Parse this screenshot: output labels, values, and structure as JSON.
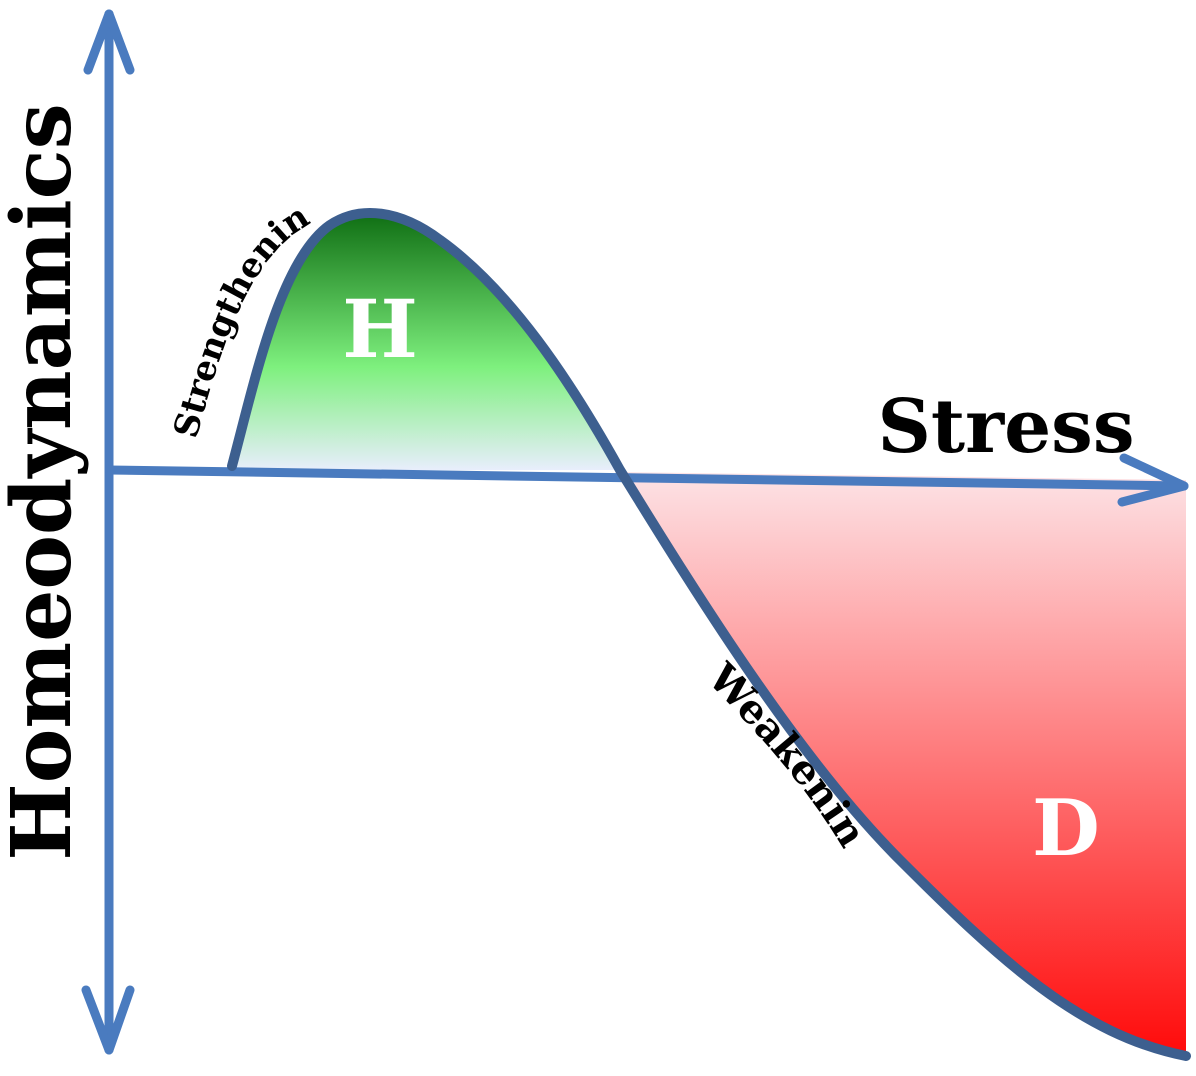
{
  "y_axis_label": "Homeodynamics",
  "x_axis_label": "Stress",
  "hormesis_zone_label": "H",
  "damage_zone_label": "D",
  "strengthening_label": "Strengthening",
  "weakening_label": "Weakening",
  "colors": {
    "axis": "#4a7bbf",
    "curve": "#3d5f8f",
    "hormesis_fill_top": "#0f6e13",
    "hormesis_fill_mid": "#7ef07e",
    "hormesis_fill_bottom": "#e8eefc",
    "damage_fill_top": "#fde3e6",
    "damage_fill_bottom": "#ff0a0a",
    "zone_label": "#ffffff",
    "text": "#000000"
  }
}
